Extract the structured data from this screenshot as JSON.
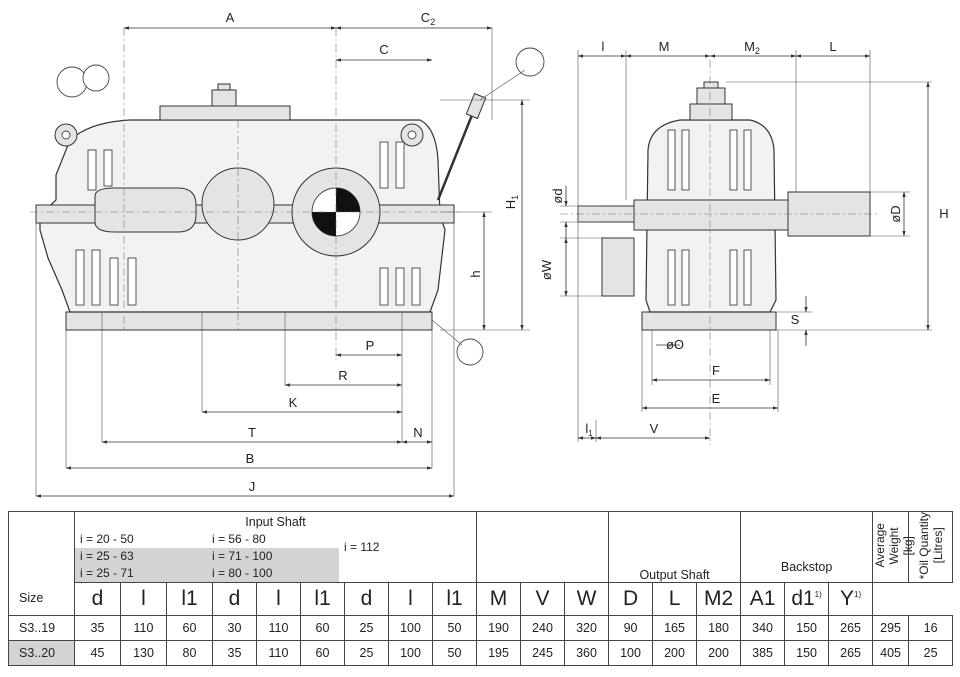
{
  "drawing": {
    "left_view_labels": {
      "A": "A",
      "C2": "C",
      "C2_sub": "2",
      "C": "C",
      "H1": "H",
      "H1_sub": "1",
      "h": "h",
      "P": "P",
      "R": "R",
      "K": "K",
      "T": "T",
      "N": "N",
      "B": "B",
      "J": "J"
    },
    "right_view_labels": {
      "l": "l",
      "M": "M",
      "M2": "M",
      "M2_sub": "2",
      "L": "L",
      "d": "ød",
      "W": "øW",
      "D": "øD",
      "H": "H",
      "S": "S",
      "O": "øO",
      "F": "F",
      "E": "E",
      "l1": "l",
      "l1_sub": "1",
      "V": "V"
    }
  },
  "table": {
    "size_label": "Size",
    "input_shaft_label": "Input Shaft",
    "ratio_groups": [
      [
        "i = 20 - 50",
        "i = 25 - 63",
        "i = 25 - 71"
      ],
      [
        "i = 56 - 80",
        "i = 71 - 100",
        "i = 80 - 100"
      ],
      [
        "i = 112"
      ]
    ],
    "output_shaft_label": "Output Shaft",
    "backstop_label": "Backstop",
    "weight_label_1": "Average Weight",
    "weight_label_2": "[kg]",
    "oil_label_1": "*Oil Quantity",
    "oil_label_2": "[Litres]",
    "footnote_mark": "1)",
    "columns": [
      "d",
      "l",
      "l1",
      "d",
      "l",
      "l1",
      "d",
      "l",
      "l1",
      "M",
      "V",
      "W",
      "D",
      "L",
      "M2",
      "A1",
      "d1",
      "Y"
    ],
    "rows": [
      {
        "size": "S3..19",
        "values": [
          "35",
          "110",
          "60",
          "30",
          "110",
          "60",
          "25",
          "100",
          "50",
          "190",
          "240",
          "320",
          "90",
          "165",
          "180",
          "340",
          "150",
          "265",
          "295",
          "16"
        ]
      },
      {
        "size": "S3..20",
        "values": [
          "45",
          "130",
          "80",
          "35",
          "110",
          "60",
          "25",
          "100",
          "50",
          "195",
          "245",
          "360",
          "100",
          "200",
          "200",
          "385",
          "150",
          "265",
          "405",
          "25"
        ]
      }
    ]
  }
}
